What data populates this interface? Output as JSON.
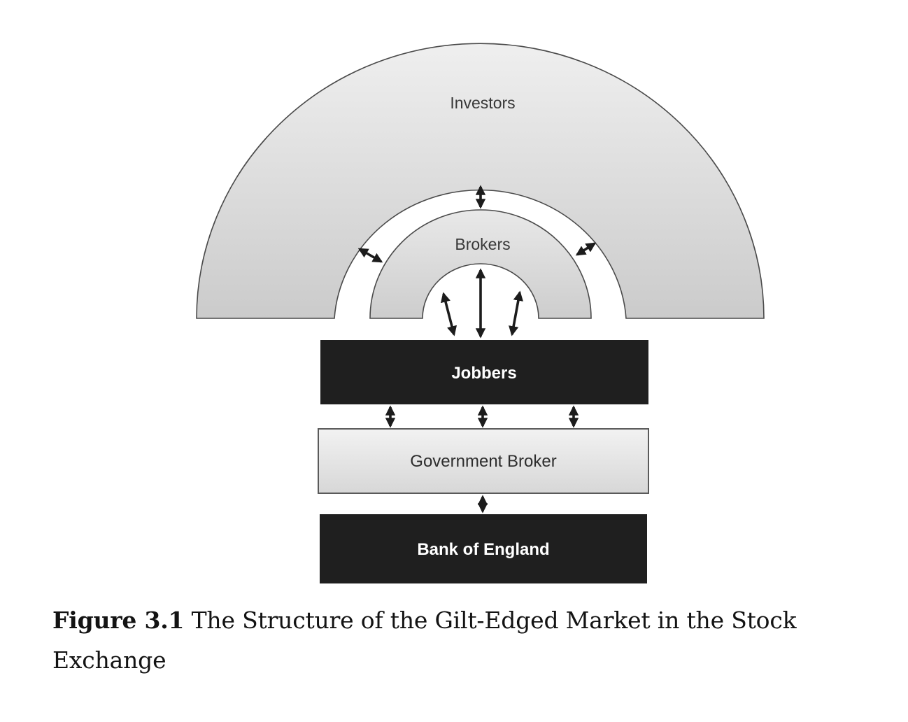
{
  "caption": {
    "label": "Figure 3.1",
    "text": "The Structure of the Gilt-Edged Market in the Stock Exchange"
  },
  "diagram": {
    "investors_label": "Investors",
    "brokers_label": "Brokers",
    "jobbers_label": "Jobbers",
    "government_broker_label": "Government Broker",
    "bank_of_england_label": "Bank of England"
  },
  "colors": {
    "box_dark": "#1f1f1f",
    "box_text_light": "#ffffff",
    "arch_outline": "#4a4a4a",
    "arch_fill_top": "#ededed",
    "arch_fill_bottom": "#cbcbcb",
    "gov_box_border": "#5a5a5a",
    "arrow": "#1c1c1c",
    "label_text": "#383838",
    "background": "#ffffff"
  }
}
